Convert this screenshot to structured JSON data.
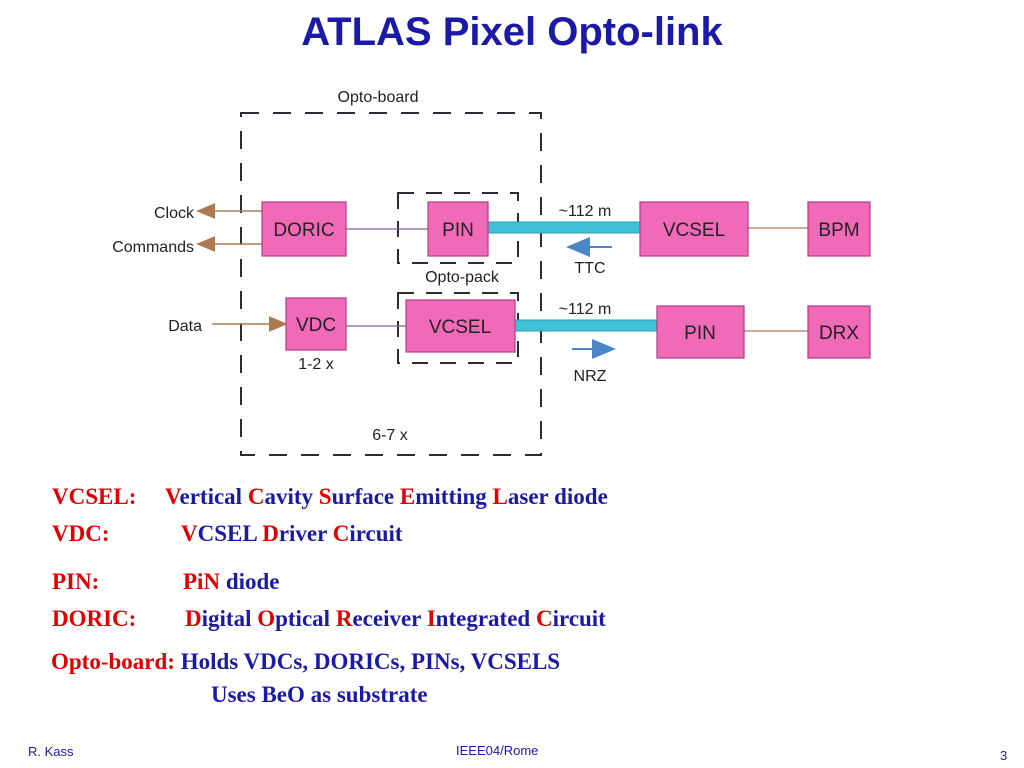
{
  "title": "ATLAS Pixel Opto-link",
  "diagram": {
    "opto_board_label": "Opto-board",
    "opto_pack_label": "Opto-pack",
    "multiplier_vdc": "1-2 x",
    "multiplier_board": "6-7 x",
    "signals": {
      "clock": "Clock",
      "commands": "Commands",
      "data": "Data"
    },
    "boxes": {
      "doric": "DORIC",
      "pin_board": "PIN",
      "vcsel_remote": "VCSEL",
      "bpm": "BPM",
      "vdc": "VDC",
      "vcsel_board": "VCSEL",
      "pin_remote": "PIN",
      "drx": "DRX"
    },
    "links": {
      "top_length": "~112 m",
      "top_protocol": "TTC",
      "bottom_length": "~112 m",
      "bottom_protocol": "NRZ"
    },
    "colors": {
      "box_fill": "#f06ab8",
      "box_stroke": "#b83a8a",
      "fiber": "#3fc1d6",
      "arrow_signal": "#b07a50",
      "arrow_direction": "#4a86c8",
      "dashed": "#2a2a3a"
    }
  },
  "definitions": [
    {
      "term": "VCSEL:",
      "parts": [
        [
          "V",
          "red"
        ],
        [
          "ertical ",
          "navy"
        ],
        [
          "C",
          "red"
        ],
        [
          "avity ",
          "navy"
        ],
        [
          "S",
          "red"
        ],
        [
          "urface ",
          "navy"
        ],
        [
          "E",
          "red"
        ],
        [
          "mitting ",
          "navy"
        ],
        [
          "L",
          "red"
        ],
        [
          "aser diode",
          "navy"
        ]
      ]
    },
    {
      "term": "VDC:",
      "parts": [
        [
          "V",
          "red"
        ],
        [
          "CSEL ",
          "navy"
        ],
        [
          "D",
          "red"
        ],
        [
          "river ",
          "navy"
        ],
        [
          "C",
          "red"
        ],
        [
          "ircuit",
          "navy"
        ]
      ]
    },
    {
      "term": "PIN:",
      "parts": [
        [
          "PiN",
          "red"
        ],
        [
          " diode",
          "navy"
        ]
      ]
    },
    {
      "term": "DORIC:",
      "parts": [
        [
          "D",
          "red"
        ],
        [
          "igital ",
          "navy"
        ],
        [
          "O",
          "red"
        ],
        [
          "ptical ",
          "navy"
        ],
        [
          "R",
          "red"
        ],
        [
          "eceiver ",
          "navy"
        ],
        [
          "I",
          "red"
        ],
        [
          "ntegrated ",
          "navy"
        ],
        [
          "C",
          "red"
        ],
        [
          "ircuit",
          "navy"
        ]
      ]
    }
  ],
  "opto_board_note": {
    "term": "Opto-board:",
    "line1": "Holds VDCs, DORICs, PINs, VCSELS",
    "line2": "Uses BeO as substrate"
  },
  "footer": {
    "author": "R. Kass",
    "venue": "IEEE04/Rome",
    "page": "3"
  }
}
